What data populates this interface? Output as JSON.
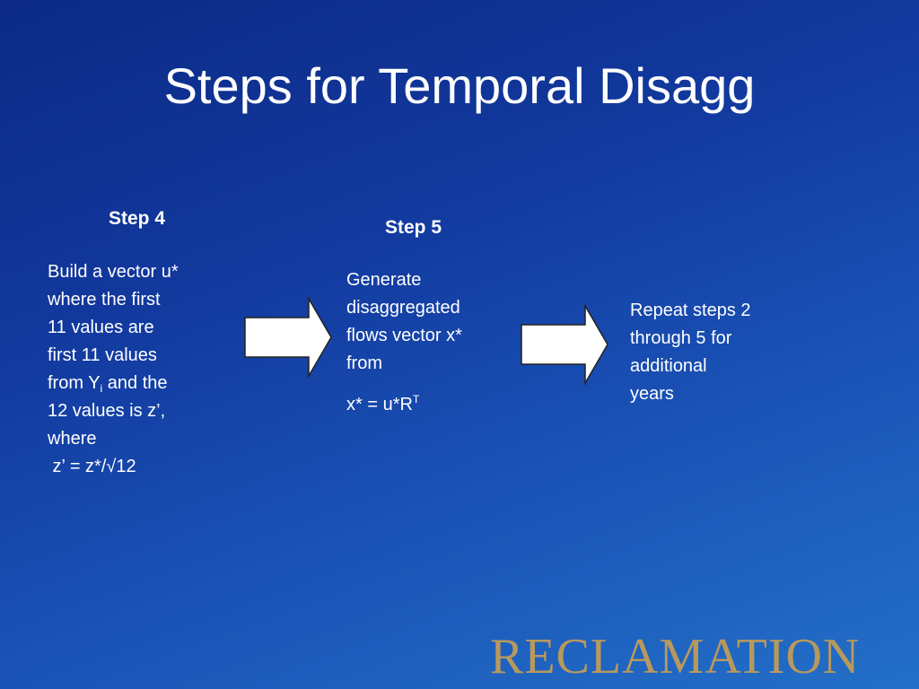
{
  "slide": {
    "title": "Steps for Temporal Disagg"
  },
  "step4": {
    "label": "Step 4",
    "line1": "Build a vector u*",
    "line2": "where the first",
    "line3": "11 values are",
    "line4": "first 11 values",
    "line5_before_sub": "from Y",
    "line5_sub": "i",
    "line5_after_sub": " and the",
    "line6": "12 values is z’,",
    "line7": "where",
    "line8": " z’ = z*/√12"
  },
  "step5": {
    "label": "Step 5",
    "line1": "Generate",
    "line2": "disaggregated",
    "line3": "flows vector x*",
    "line4": "from",
    "formula_base": "x* = u*R",
    "formula_sup": "T"
  },
  "repeat": {
    "line1": "Repeat steps 2",
    "line2": "through 5 for",
    "line3": "additional",
    "line4": "years"
  },
  "logo": {
    "text": "RECLAMATION"
  },
  "colors": {
    "background_dark": "#0c2a86",
    "background_light": "#2370c8",
    "text": "#ffffff",
    "logo": "#b8995d",
    "arrow_fill": "#ffffff",
    "arrow_stroke": "#222222"
  },
  "icons": [
    "right-arrow-icon",
    "right-arrow-icon"
  ]
}
